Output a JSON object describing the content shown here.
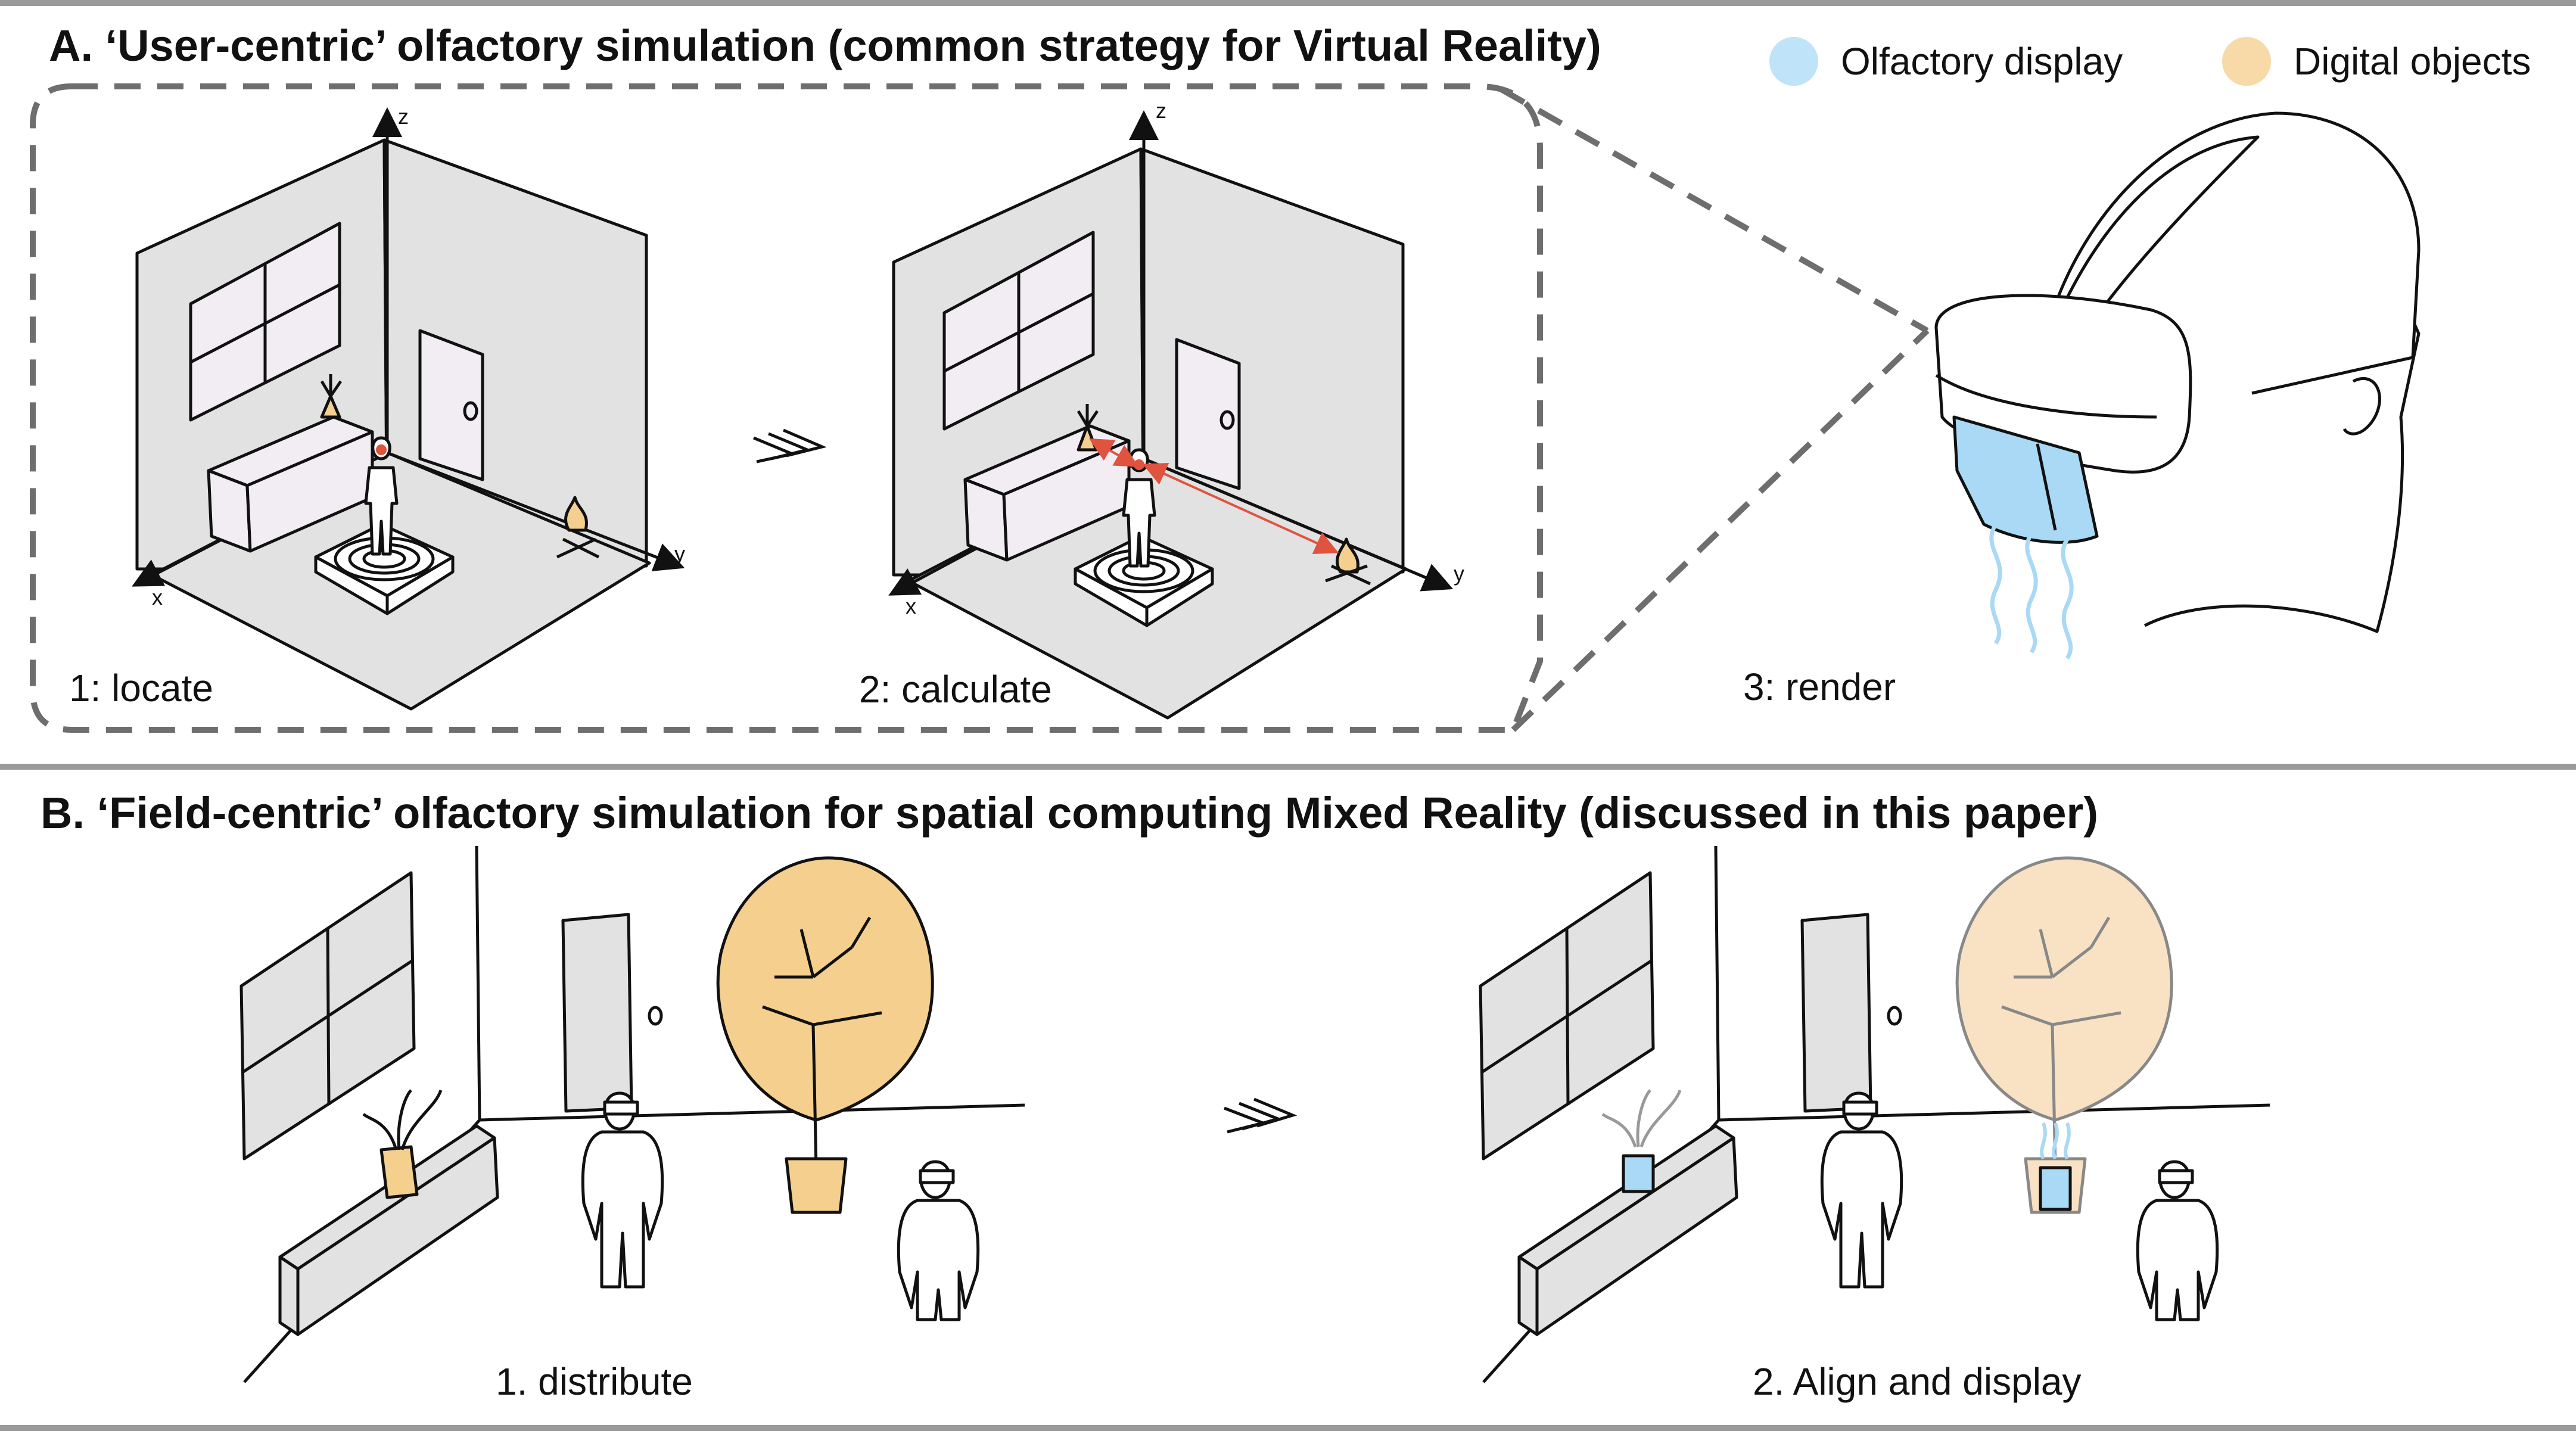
{
  "section_a": {
    "title": "A. ‘User-centric’ olfactory simulation (common strategy for Virtual Reality)",
    "steps": [
      "1: locate",
      "2: calculate",
      "3: render"
    ],
    "axis_labels": {
      "x": "x",
      "y": "y",
      "z": "z"
    }
  },
  "legend": [
    {
      "label": "Olfactory display",
      "color": "#bfe3f8"
    },
    {
      "label": "Digital objects",
      "color": "#f8d9a8"
    }
  ],
  "section_b": {
    "title": "B. ‘Field-centric’ olfactory simulation for spatial computing Mixed Reality (discussed in this paper)",
    "steps": [
      "1. distribute",
      "2. Align and display"
    ]
  },
  "colors": {
    "olfactory": "#a9d9f5",
    "digital": "#f5cf8e",
    "wall": "#e2e2e2",
    "arrow": "#e0533f",
    "rule": "#9a9a9a"
  }
}
